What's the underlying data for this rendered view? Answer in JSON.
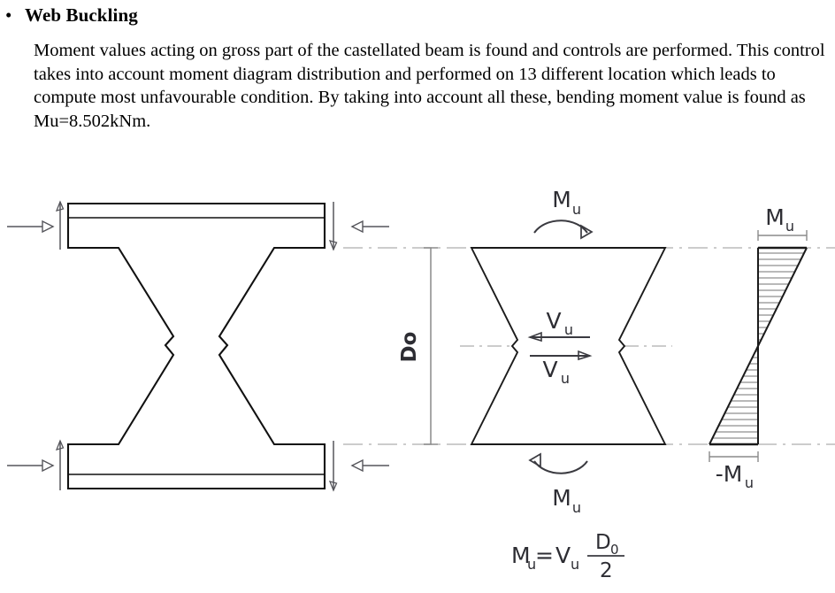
{
  "document": {
    "bullet_glyph": "•",
    "heading": "Web Buckling",
    "paragraph": "Moment values acting on gross part of the castellated beam is found and controls are performed. This control takes into account moment diagram distribution and performed on 13 different location which leads to compute most unfavourable condition. By taking into account all these, bending moment value is found as Mu=8.502kNm."
  },
  "figure": {
    "beam_section": {
      "name": "castellated-beam-section",
      "left_force_label": "",
      "right_force_label": ""
    },
    "free_body": {
      "moment_top": "M",
      "moment_top_sub": "u",
      "moment_bottom": "M",
      "moment_bottom_sub": "u",
      "shear_top": "V",
      "shear_top_sub": "u",
      "shear_bottom": "V",
      "shear_bottom_sub": "u",
      "depth_label": "Do"
    },
    "moment_diagram": {
      "positive_label": "M",
      "positive_sub": "u",
      "negative_label": "-M",
      "negative_sub": "u"
    },
    "formula": {
      "lhs": "M",
      "lhs_sub": "u",
      "equals": "=",
      "rhs_v": "V",
      "rhs_v_sub": "u",
      "numerator": "D",
      "numerator_sub": "0",
      "denominator": "2"
    }
  },
  "colors": {
    "ink": "#000000",
    "label": "#2d2d33",
    "centerline": "#b8b8b8",
    "hatch": "#8a8a8a",
    "dimension": "#8a8a8a"
  }
}
